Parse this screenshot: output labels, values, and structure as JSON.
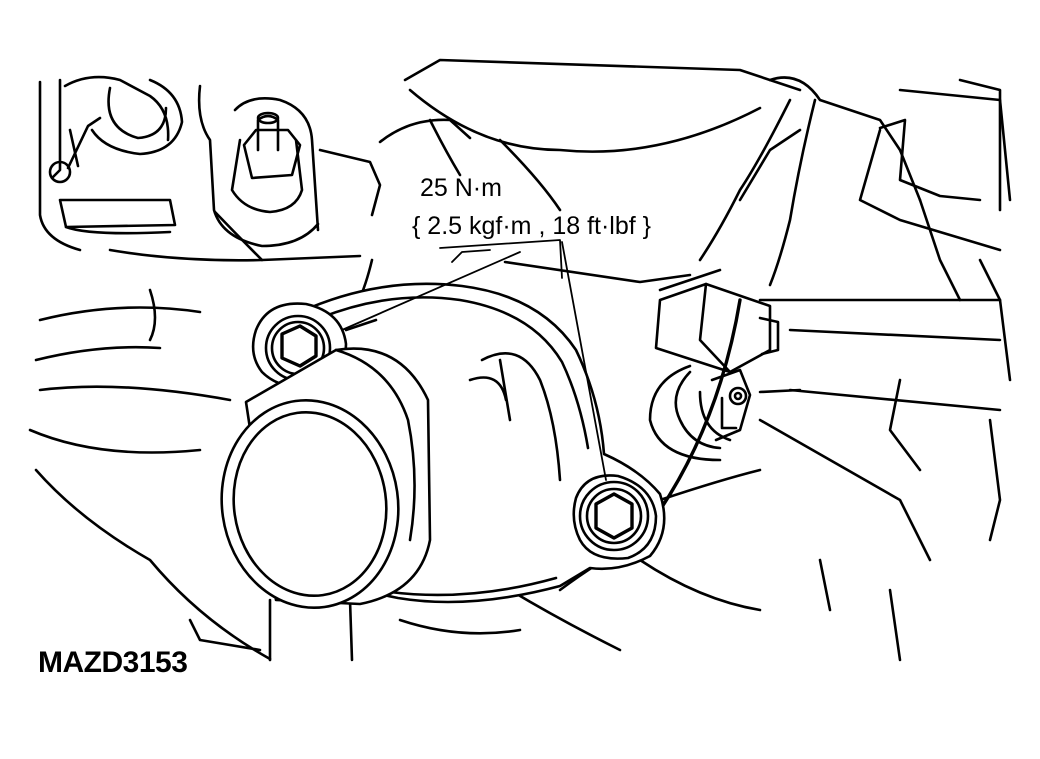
{
  "callout": {
    "torque_value": "25 N·m",
    "torque_alt": "{ 2.5 kgf·m , 18 ft·lbf }"
  },
  "figure_code": "MAZD3153"
}
